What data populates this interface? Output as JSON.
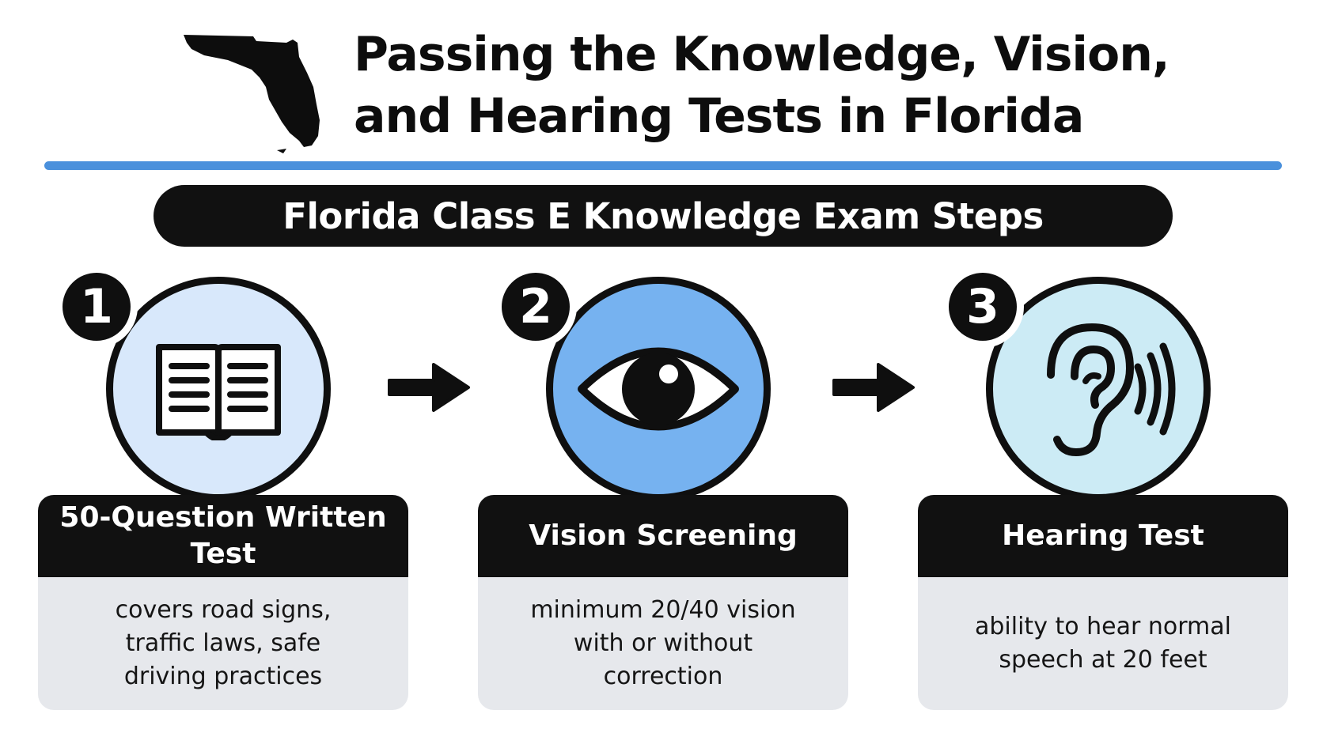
{
  "header": {
    "title": "Passing the Knowledge, Vision, and Hearing Tests in Florida"
  },
  "banner": {
    "text": "Florida Class E Knowledge Exam Steps"
  },
  "steps": [
    {
      "number": "1",
      "icon": "open-book-icon",
      "title": "50-Question Written Test",
      "description": "covers road signs, traffic laws, safe driving practices"
    },
    {
      "number": "2",
      "icon": "eye-icon",
      "title": "Vision Screening",
      "description": "minimum 20/40 vision with or without correction"
    },
    {
      "number": "3",
      "icon": "ear-sound-icon",
      "title": "Hearing Test",
      "description": "ability to hear normal speech at 20 feet"
    }
  ],
  "colors": {
    "accent_rule": "#4a90dc",
    "circle_1": "#d8e8fb",
    "circle_2": "#76b2f0",
    "circle_3": "#ccebf5",
    "dark": "#111111",
    "card_body": "#e6e8ec"
  }
}
